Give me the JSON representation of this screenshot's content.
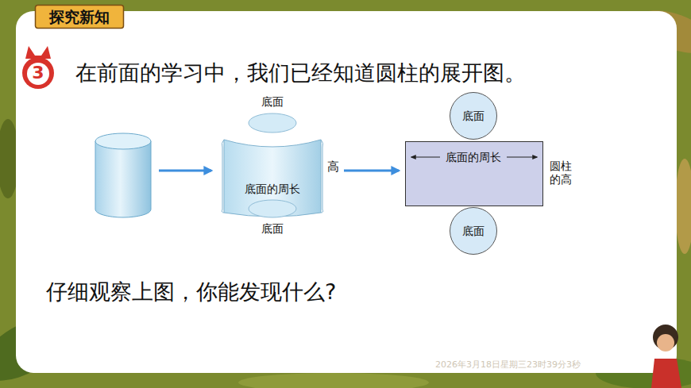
{
  "diagram": {
    "nodes": [
      {
        "text": [
          "探究新知"
        ]
      },
      {
        "text": [
          "3"
        ]
      },
      {
        "text": [
          "底面"
        ]
      },
      {
        "text": [
          "底面的周长",
          "高"
        ]
      },
      {
        "text": [
          "底面"
        ]
      },
      {
        "text": [
          "底面"
        ]
      },
      {
        "text": [
          "底面的周长",
          "圆柱的高"
        ]
      },
      {
        "text": [
          "底面"
        ]
      }
    ],
    "edges": [
      {
        "from": 3,
        "to": 6,
        "arrow": "to"
      }
    ],
    "labels": [
      "在前面的学习中，我们已经知道圆柱的展开图。",
      "仔细观察上图，你能发现什么?",
      "2026年3月18日星期三23时39分3秒"
    ]
  }
}
